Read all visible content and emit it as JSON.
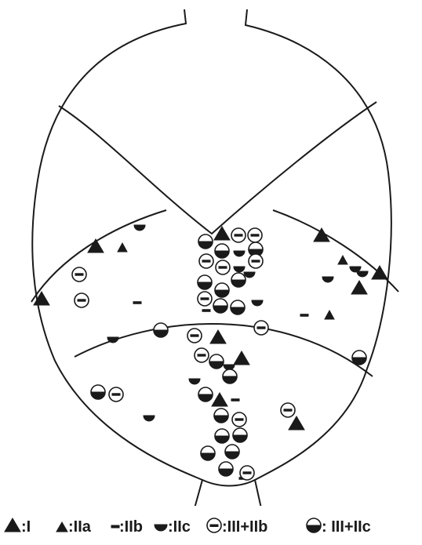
{
  "legend": [
    {
      "symbol": "triangle-large",
      "label": ":I"
    },
    {
      "symbol": "triangle-small",
      "label": ":IIa"
    },
    {
      "symbol": "dash",
      "label": ":IIb"
    },
    {
      "symbol": "half-bowl",
      "label": ":IIc"
    },
    {
      "symbol": "circle-dash",
      "label": ":III+IIb"
    },
    {
      "symbol": "circle-half",
      "label": ": III+IIc"
    }
  ],
  "colors": {
    "ink": "#1a1a1a",
    "background": "#ffffff"
  }
}
